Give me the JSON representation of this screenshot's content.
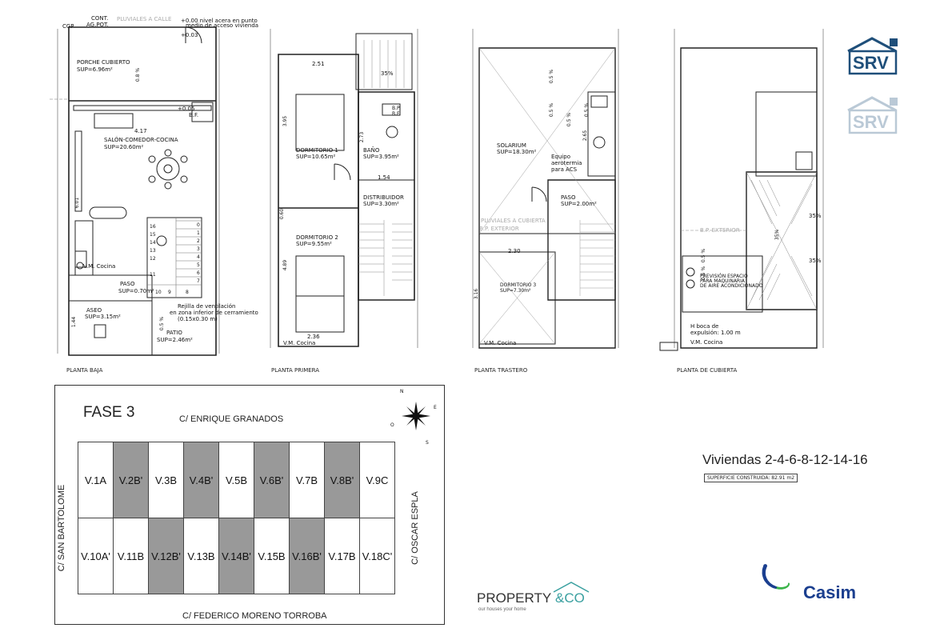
{
  "plans": {
    "baja": {
      "caption": "PLANTA BAJA",
      "labels": {
        "cgp": "CGP",
        "cont": "CONT.",
        "agpot": "AG.POT.",
        "pluviales_calle": "PLUVIALES A CALLE",
        "nivel1": "+0.00 nivel acera en punto",
        "nivel2": "medio de acceso vivienda",
        "n003": "+0.03",
        "porche": "PORCHE CUBIERTO",
        "porche_sup": "SUP=6.96m²",
        "pend08": "0.8 %",
        "n005": "+0.05",
        "bf": "B.F.",
        "dim417": "4.17",
        "salon": "SALÓN-COMEDOR-COCINA",
        "salon_sup": "SUP=20.60m²",
        "dim601": "6.01",
        "vm": "V.M. Cocina",
        "paso": "PASO",
        "paso_sup": "SUP=0.70m²",
        "rejilla1": "Rejilla de ventilación",
        "rejilla2": "en zona inferior de cerramiento",
        "rejilla3": "(0.15x0.30 m)",
        "aseo": "ASEO",
        "aseo_sup": "SUP=3.15m²",
        "dim144": "1.44",
        "patio": "PATIO",
        "patio_sup": "SUP=2.46m²",
        "pend05": "0.5 %"
      },
      "steps": [
        "0",
        "1",
        "2",
        "3",
        "4",
        "5",
        "6",
        "7",
        "8",
        "9",
        "10",
        "11",
        "12",
        "13",
        "14",
        "15",
        "16"
      ]
    },
    "primera": {
      "caption": "PLANTA PRIMERA",
      "labels": {
        "dim251": "2.51",
        "p35": "35%",
        "dim395": "3.95",
        "dorm1": "DORMITORIO 1",
        "dorm1_sup": "SUP=10.65m²",
        "bp": "B.P.",
        "bf": "B.F.",
        "dim273": "2.73",
        "bano": "BAÑO",
        "bano_sup": "SUP=3.95m²",
        "dim154": "1.54",
        "distrib": "DISTRIBUIDOR",
        "distrib_sup": "SUP=3.30m²",
        "dim060": "0.60",
        "dorm2": "DORMITORIO 2",
        "dorm2_sup": "SUP=9.55m²",
        "dim489": "4.89",
        "dim236": "2.36",
        "vm": "V.M. Cocina"
      }
    },
    "trastero": {
      "caption": "PLANTA TRASTERO",
      "labels": {
        "p05a": "0.5 %",
        "p05b": "0.5 %",
        "p05c": "0.5 %",
        "p05d": "0.5 %",
        "dim265": "2.65",
        "solarium": "SOLARIUM",
        "solarium_sup": "SUP=18.30m²",
        "equipo1": "Equipo",
        "equipo2": "aerotermia",
        "equipo3": "para ACS",
        "paso": "PASO",
        "paso_sup": "SUP=2.00m²",
        "pluviales": "PLUVIALES A CUBIERTA",
        "bp_ext": "B.P. EXTERIOR",
        "dim230": "2.30",
        "dorm3": "DORMITORIO 3",
        "dorm3_sup": "SUP=7.30m²",
        "dim316": "3.16",
        "vm": "V.M. Cocina"
      }
    },
    "cubierta": {
      "caption": "PLANTA DE CUBIERTA",
      "labels": {
        "bp_ext": "B.P. EXTERIOR",
        "p05a": "0.5 %",
        "p05b": "0.5 %",
        "p35a": "35%",
        "p35b": "35%",
        "p35c": "35%",
        "prev1": "PREVISIÓN ESPACIO",
        "prev2": "PARA MAQUINARIA",
        "prev3": "DE AIRE ACONDICIONADO",
        "hboca1": "H boca de",
        "hboca2": "expulsión: 1.00 m",
        "vm": "V.M. Cocina"
      }
    }
  },
  "site": {
    "phase": "FASE 3",
    "streets": {
      "top": "C/ ENRIQUE GRANADOS",
      "bottom": "C/ FEDERICO MORENO TORROBA",
      "left": "C/ SAN BARTOLOME",
      "right": "C/ OSCAR ESPLA"
    },
    "compass": [
      "N",
      "E",
      "S",
      "O"
    ],
    "row1": [
      {
        "label": "V.1A",
        "dark": false
      },
      {
        "label": "V.2B'",
        "dark": true
      },
      {
        "label": "V.3B",
        "dark": false
      },
      {
        "label": "V.4B'",
        "dark": true
      },
      {
        "label": "V.5B",
        "dark": false
      },
      {
        "label": "V.6B'",
        "dark": true
      },
      {
        "label": "V.7B",
        "dark": false
      },
      {
        "label": "V.8B'",
        "dark": true
      },
      {
        "label": "V.9C",
        "dark": false
      }
    ],
    "row2": [
      {
        "label": "V.10A'",
        "dark": false
      },
      {
        "label": "V.11B",
        "dark": false
      },
      {
        "label": "V.12B'",
        "dark": true
      },
      {
        "label": "V.13B",
        "dark": false
      },
      {
        "label": "V.14B'",
        "dark": true
      },
      {
        "label": "V.15B",
        "dark": false
      },
      {
        "label": "V.16B'",
        "dark": true
      },
      {
        "label": "V.17B",
        "dark": false
      },
      {
        "label": "V.18C'",
        "dark": false
      }
    ]
  },
  "viviendas": {
    "title": "Viviendas 2-4-6-8-12-14-16",
    "superficie": "SUPERFICIE CONSTRUIDA: 82.91 m2"
  },
  "logos": {
    "srv": "SRV",
    "property_main": "PROPERTY",
    "property_amp": "&CO",
    "property_tag": "our houses your home",
    "casim": "Casim"
  },
  "colors": {
    "dark_cell": "#999999",
    "srv_blue": "#1f4f7a",
    "casim_blue": "#1b3f8f",
    "casim_green": "#3cb44b"
  }
}
